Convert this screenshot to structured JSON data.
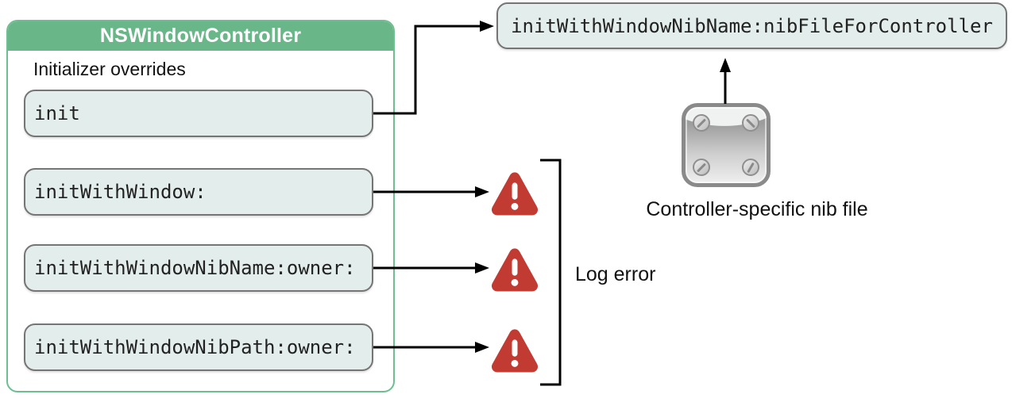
{
  "class_box": {
    "title": "NSWindowController",
    "section_label": "Initializer overrides",
    "methods": [
      {
        "label": "init"
      },
      {
        "label": "initWithWindow:"
      },
      {
        "label": "initWithWindowNibName:owner:"
      },
      {
        "label": "initWithWindowNibPath:owner:"
      }
    ]
  },
  "designated_box": {
    "label": "initWithWindowNibName:nibFileForController"
  },
  "nib_file": {
    "caption": "Controller-specific nib file",
    "icon": "nib-file-icon"
  },
  "error_group": {
    "label": "Log error",
    "icon": "warning-triangle-icon",
    "warning_count": 3
  },
  "colors": {
    "header_green": "#69b688",
    "container_border_green": "#6fbe92",
    "method_fill": "#e3edeb",
    "method_border": "#757575",
    "warning_red": "#c23b33",
    "line_black": "#000000"
  }
}
